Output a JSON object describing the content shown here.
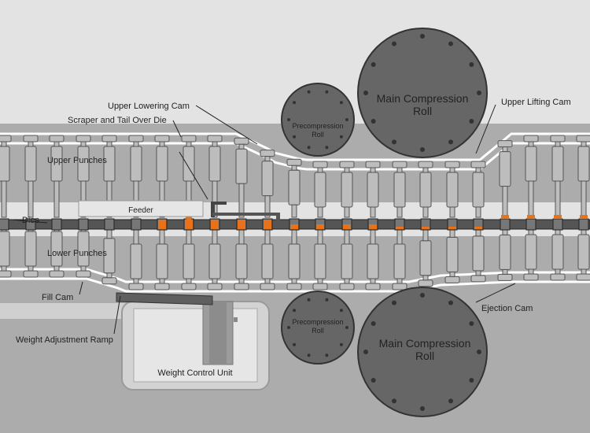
{
  "labels": {
    "upper_lowering_cam": "Upper  Lowering Cam",
    "scraper": "Scraper and Tail Over Die",
    "upper_punches": "Upper Punches",
    "feeder": "Feeder",
    "dies": "Dies",
    "lower_punches": "Lower Punches",
    "fill_cam": "Fill Cam",
    "weight_adjustment_ramp": "Weight Adjustment Ramp",
    "weight_control_unit": "Weight Control Unit",
    "upper_lifting_cam": "Upper  Lifting Cam",
    "ejection_cam": "Ejection Cam",
    "precompression_roll_top": [
      "Precompression",
      "Roll"
    ],
    "main_compression_roll_top": [
      "Main Compression",
      "Roll"
    ],
    "precompression_roll_bottom": [
      "Precompression",
      "Roll"
    ],
    "main_compression_roll_bottom": [
      "Main Compression",
      "Roll"
    ]
  },
  "colors": {
    "background_light": "#e3e3e3",
    "band_grey": "#acacac",
    "roll_fill": "#666666",
    "punch_fill": "#bdbdbd",
    "die_dark": "#555555",
    "powder_orange": "#e8721c"
  }
}
